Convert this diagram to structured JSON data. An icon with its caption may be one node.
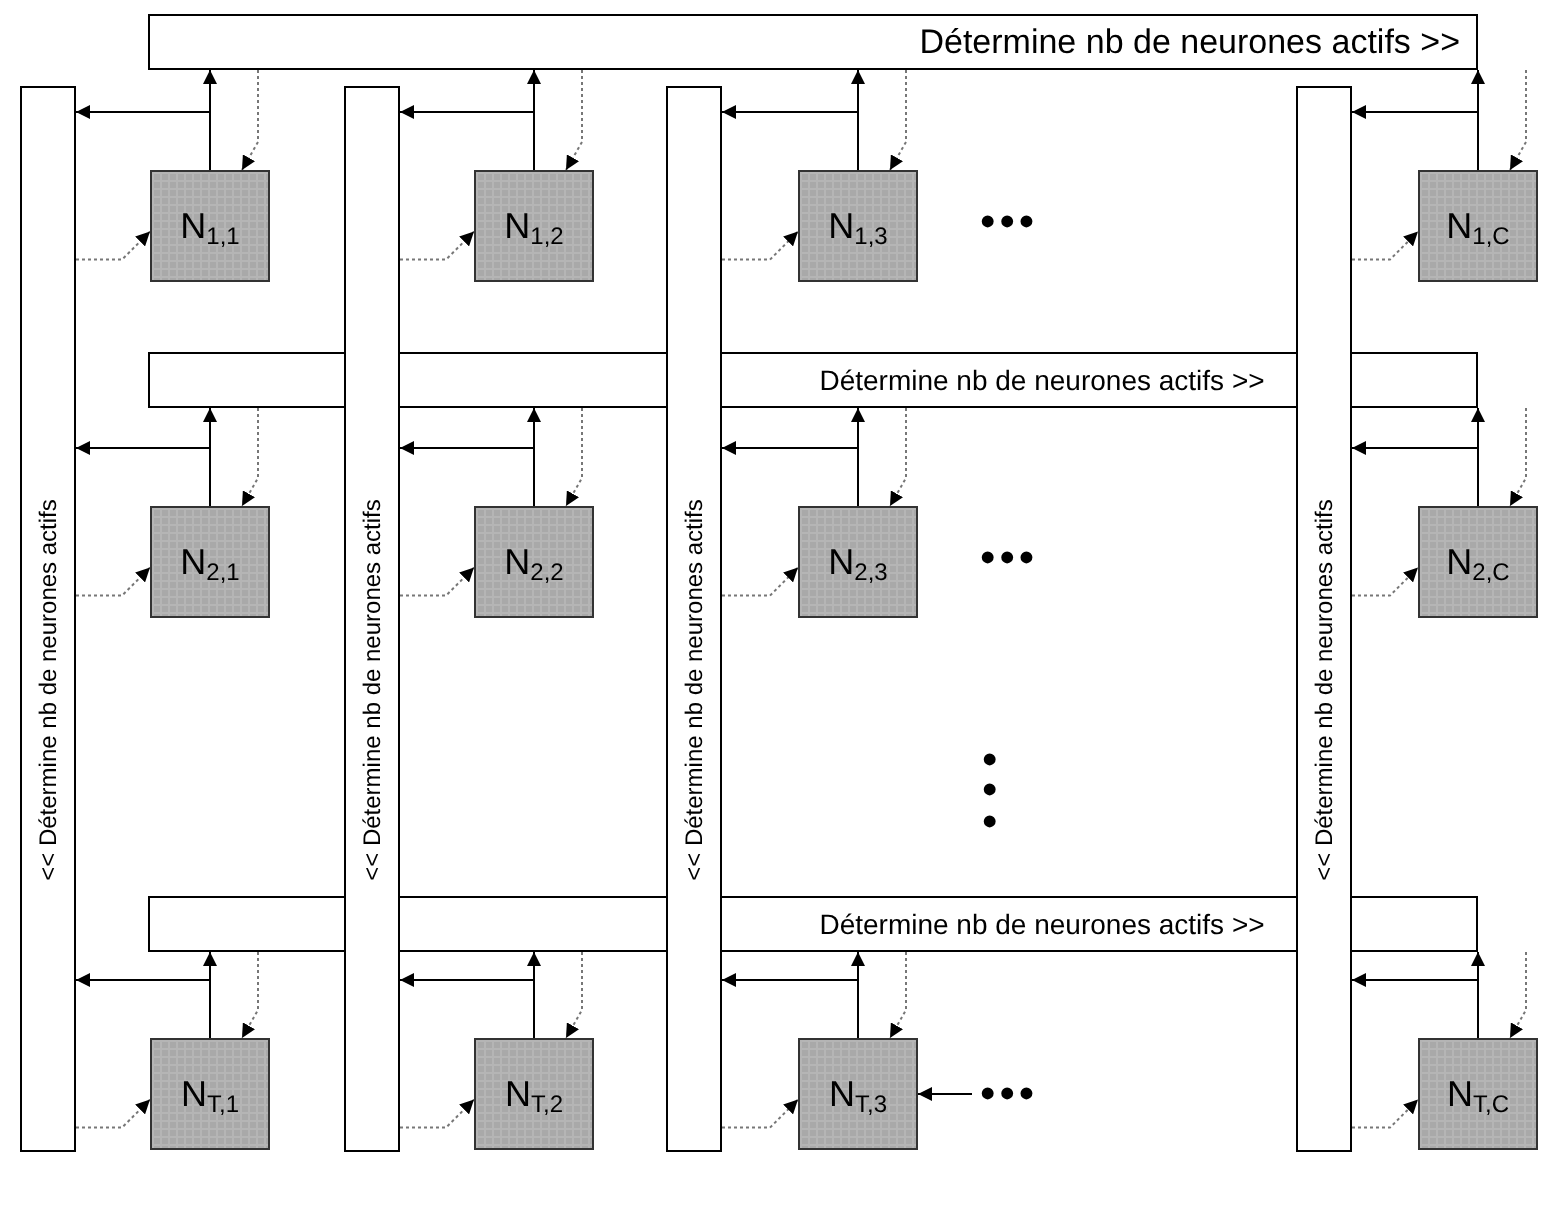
{
  "diagram": {
    "nodes": [
      {
        "text": [
          "Détermine nb de neurones actifs >>"
        ]
      },
      {
        "text": [
          "Détermine nb de neurones actifs >>"
        ]
      },
      {
        "text": [
          "Détermine nb de neurones actifs >>"
        ]
      },
      {
        "text": [
          "<< Détermine nb de neurones actifs"
        ]
      },
      {
        "text": [
          "<< Détermine nb de neurones actifs"
        ]
      },
      {
        "text": [
          "<< Détermine nb de neurones actifs"
        ]
      },
      {
        "text": [
          "<< Détermine nb de neurones actifs"
        ]
      },
      {
        "text": [
          "N$_{1,1}$"
        ]
      },
      {
        "text": [
          "N$_{1,2}$"
        ]
      },
      {
        "text": [
          "N$_{1,3}$"
        ]
      },
      {
        "text": [
          "N$_{1,C}$"
        ]
      },
      {
        "text": [
          "N$_{2,1}$"
        ]
      },
      {
        "text": [
          "N$_{2,2}$"
        ]
      },
      {
        "text": [
          "N$_{2,3}$"
        ]
      },
      {
        "text": [
          "N$_{2,C}$"
        ]
      },
      {
        "text": [
          "N$_{T,1}$"
        ]
      },
      {
        "text": [
          "N$_{T,2}$"
        ]
      },
      {
        "text": [
          "N$_{T,3}$"
        ]
      },
      {
        "text": [
          "N$_{T,C}$"
        ]
      },
      {
        "text": [
          "•••"
        ]
      }
    ],
    "edges": [
      {
        "from": 7,
        "to": 0,
        "arrow": "to"
      },
      {
        "from": 7,
        "to": 3,
        "arrow": "to"
      },
      {
        "from": 0,
        "to": 7,
        "arrow": "to",
        "style": "dashed",
        "color": "#777777"
      },
      {
        "from": 3,
        "to": 7,
        "arrow": "to",
        "style": "dashed",
        "color": "#777777"
      },
      {
        "from": 8,
        "to": 0,
        "arrow": "to"
      },
      {
        "from": 8,
        "to": 4,
        "arrow": "to"
      },
      {
        "from": 0,
        "to": 8,
        "arrow": "to",
        "style": "dashed",
        "color": "#777777"
      },
      {
        "from": 4,
        "to": 8,
        "arrow": "to",
        "style": "dashed",
        "color": "#777777"
      },
      {
        "from": 9,
        "to": 0,
        "arrow": "to"
      },
      {
        "from": 9,
        "to": 5,
        "arrow": "to"
      },
      {
        "from": 0,
        "to": 9,
        "arrow": "to",
        "style": "dashed",
        "color": "#777777"
      },
      {
        "from": 5,
        "to": 9,
        "arrow": "to",
        "style": "dashed",
        "color": "#777777"
      },
      {
        "from": 10,
        "to": 0,
        "arrow": "to"
      },
      {
        "from": 10,
        "to": 6,
        "arrow": "to"
      },
      {
        "from": 0,
        "to": 10,
        "arrow": "to",
        "style": "dashed",
        "color": "#777777"
      },
      {
        "from": 6,
        "to": 10,
        "arrow": "to",
        "style": "dashed",
        "color": "#777777"
      },
      {
        "from": 11,
        "to": 1,
        "arrow": "to"
      },
      {
        "from": 11,
        "to": 3,
        "arrow": "to"
      },
      {
        "from": 1,
        "to": 11,
        "arrow": "to",
        "style": "dashed",
        "color": "#777777"
      },
      {
        "from": 3,
        "to": 11,
        "arrow": "to",
        "style": "dashed",
        "color": "#777777"
      },
      {
        "from": 12,
        "to": 1,
        "arrow": "to"
      },
      {
        "from": 12,
        "to": 4,
        "arrow": "to"
      },
      {
        "from": 1,
        "to": 12,
        "arrow": "to",
        "style": "dashed",
        "color": "#777777"
      },
      {
        "from": 4,
        "to": 12,
        "arrow": "to",
        "style": "dashed",
        "color": "#777777"
      },
      {
        "from": 13,
        "to": 1,
        "arrow": "to"
      },
      {
        "from": 13,
        "to": 5,
        "arrow": "to"
      },
      {
        "from": 1,
        "to": 13,
        "arrow": "to",
        "style": "dashed",
        "color": "#777777"
      },
      {
        "from": 5,
        "to": 13,
        "arrow": "to",
        "style": "dashed",
        "color": "#777777"
      },
      {
        "from": 14,
        "to": 1,
        "arrow": "to"
      },
      {
        "from": 14,
        "to": 6,
        "arrow": "to"
      },
      {
        "from": 1,
        "to": 14,
        "arrow": "to",
        "style": "dashed",
        "color": "#777777"
      },
      {
        "from": 6,
        "to": 14,
        "arrow": "to",
        "style": "dashed",
        "color": "#777777"
      },
      {
        "from": 15,
        "to": 2,
        "arrow": "to"
      },
      {
        "from": 15,
        "to": 3,
        "arrow": "to"
      },
      {
        "from": 2,
        "to": 15,
        "arrow": "to",
        "style": "dashed",
        "color": "#777777"
      },
      {
        "from": 3,
        "to": 15,
        "arrow": "to",
        "style": "dashed",
        "color": "#777777"
      },
      {
        "from": 16,
        "to": 2,
        "arrow": "to"
      },
      {
        "from": 16,
        "to": 4,
        "arrow": "to"
      },
      {
        "from": 2,
        "to": 16,
        "arrow": "to",
        "style": "dashed",
        "color": "#777777"
      },
      {
        "from": 4,
        "to": 16,
        "arrow": "to",
        "style": "dashed",
        "color": "#777777"
      },
      {
        "from": 17,
        "to": 2,
        "arrow": "to"
      },
      {
        "from": 17,
        "to": 5,
        "arrow": "to"
      },
      {
        "from": 2,
        "to": 17,
        "arrow": "to",
        "style": "dashed",
        "color": "#777777"
      },
      {
        "from": 5,
        "to": 17,
        "arrow": "to",
        "style": "dashed",
        "color": "#777777"
      },
      {
        "from": 18,
        "to": 2,
        "arrow": "to"
      },
      {
        "from": 18,
        "to": 6,
        "arrow": "to"
      },
      {
        "from": 2,
        "to": 18,
        "arrow": "to",
        "style": "dashed",
        "color": "#777777"
      },
      {
        "from": 6,
        "to": 18,
        "arrow": "to",
        "style": "dashed",
        "color": "#777777"
      },
      {
        "from": 19,
        "to": 17,
        "arrow": "to"
      }
    ],
    "labels": [
      "•••",
      "•••",
      "•••"
    ]
  }
}
